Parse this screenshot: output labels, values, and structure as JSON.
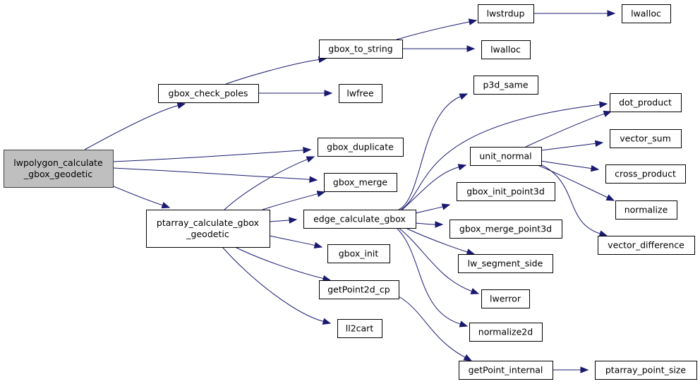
{
  "title": "Call graph for lwpolygon_calculate_gbox_geodetic",
  "colors": {
    "edge": "#191970",
    "root_fill": "#bfbfbf",
    "node_fill": "#ffffff",
    "node_border": "#000000"
  },
  "nodes": [
    {
      "id": "lwpolygon_calculate_gbox_geodetic",
      "lines": [
        "lwpolygon_calculate",
        "_gbox_geodetic"
      ],
      "root": true
    },
    {
      "id": "gbox_check_poles",
      "lines": [
        "gbox_check_poles"
      ]
    },
    {
      "id": "ptarray_calculate_gbox_geodetic",
      "lines": [
        "ptarray_calculate_gbox",
        "_geodetic"
      ]
    },
    {
      "id": "gbox_to_string",
      "lines": [
        "gbox_to_string"
      ]
    },
    {
      "id": "lwfree",
      "lines": [
        "lwfree"
      ]
    },
    {
      "id": "gbox_duplicate",
      "lines": [
        "gbox_duplicate"
      ]
    },
    {
      "id": "gbox_merge",
      "lines": [
        "gbox_merge"
      ]
    },
    {
      "id": "edge_calculate_gbox",
      "lines": [
        "edge_calculate_gbox"
      ]
    },
    {
      "id": "gbox_init",
      "lines": [
        "gbox_init"
      ]
    },
    {
      "id": "getPoint2d_cp",
      "lines": [
        "getPoint2d_cp"
      ]
    },
    {
      "id": "ll2cart",
      "lines": [
        "ll2cart"
      ]
    },
    {
      "id": "lwstrdup",
      "lines": [
        "lwstrdup"
      ]
    },
    {
      "id": "lwalloc_1",
      "lines": [
        "lwalloc"
      ]
    },
    {
      "id": "lwalloc_2",
      "lines": [
        "lwalloc"
      ]
    },
    {
      "id": "p3d_same",
      "lines": [
        "p3d_same"
      ]
    },
    {
      "id": "unit_normal",
      "lines": [
        "unit_normal"
      ]
    },
    {
      "id": "gbox_init_point3d",
      "lines": [
        "gbox_init_point3d"
      ]
    },
    {
      "id": "gbox_merge_point3d",
      "lines": [
        "gbox_merge_point3d"
      ]
    },
    {
      "id": "lw_segment_side",
      "lines": [
        "lw_segment_side"
      ]
    },
    {
      "id": "lwerror",
      "lines": [
        "lwerror"
      ]
    },
    {
      "id": "normalize2d",
      "lines": [
        "normalize2d"
      ]
    },
    {
      "id": "getPoint_internal",
      "lines": [
        "getPoint_internal"
      ]
    },
    {
      "id": "dot_product",
      "lines": [
        "dot_product"
      ]
    },
    {
      "id": "vector_sum",
      "lines": [
        "vector_sum"
      ]
    },
    {
      "id": "cross_product",
      "lines": [
        "cross_product"
      ]
    },
    {
      "id": "normalize",
      "lines": [
        "normalize"
      ]
    },
    {
      "id": "vector_difference",
      "lines": [
        "vector_difference"
      ]
    },
    {
      "id": "ptarray_point_size",
      "lines": [
        "ptarray_point_size"
      ]
    }
  ],
  "edges": [
    [
      "lwpolygon_calculate_gbox_geodetic",
      "gbox_check_poles"
    ],
    [
      "lwpolygon_calculate_gbox_geodetic",
      "gbox_duplicate"
    ],
    [
      "lwpolygon_calculate_gbox_geodetic",
      "gbox_merge"
    ],
    [
      "lwpolygon_calculate_gbox_geodetic",
      "ptarray_calculate_gbox_geodetic"
    ],
    [
      "gbox_check_poles",
      "gbox_to_string"
    ],
    [
      "gbox_check_poles",
      "lwfree"
    ],
    [
      "gbox_to_string",
      "lwstrdup"
    ],
    [
      "gbox_to_string",
      "lwalloc_2"
    ],
    [
      "lwstrdup",
      "lwalloc_1"
    ],
    [
      "ptarray_calculate_gbox_geodetic",
      "gbox_duplicate"
    ],
    [
      "ptarray_calculate_gbox_geodetic",
      "gbox_merge"
    ],
    [
      "ptarray_calculate_gbox_geodetic",
      "edge_calculate_gbox"
    ],
    [
      "ptarray_calculate_gbox_geodetic",
      "gbox_init"
    ],
    [
      "ptarray_calculate_gbox_geodetic",
      "getPoint2d_cp"
    ],
    [
      "ptarray_calculate_gbox_geodetic",
      "ll2cart"
    ],
    [
      "edge_calculate_gbox",
      "p3d_same"
    ],
    [
      "edge_calculate_gbox",
      "dot_product"
    ],
    [
      "edge_calculate_gbox",
      "unit_normal"
    ],
    [
      "edge_calculate_gbox",
      "gbox_init_point3d"
    ],
    [
      "edge_calculate_gbox",
      "gbox_merge_point3d"
    ],
    [
      "edge_calculate_gbox",
      "lw_segment_side"
    ],
    [
      "edge_calculate_gbox",
      "lwerror"
    ],
    [
      "edge_calculate_gbox",
      "normalize2d"
    ],
    [
      "unit_normal",
      "dot_product"
    ],
    [
      "unit_normal",
      "vector_sum"
    ],
    [
      "unit_normal",
      "cross_product"
    ],
    [
      "unit_normal",
      "normalize"
    ],
    [
      "unit_normal",
      "vector_difference"
    ],
    [
      "getPoint2d_cp",
      "getPoint_internal"
    ],
    [
      "getPoint_internal",
      "ptarray_point_size"
    ]
  ]
}
